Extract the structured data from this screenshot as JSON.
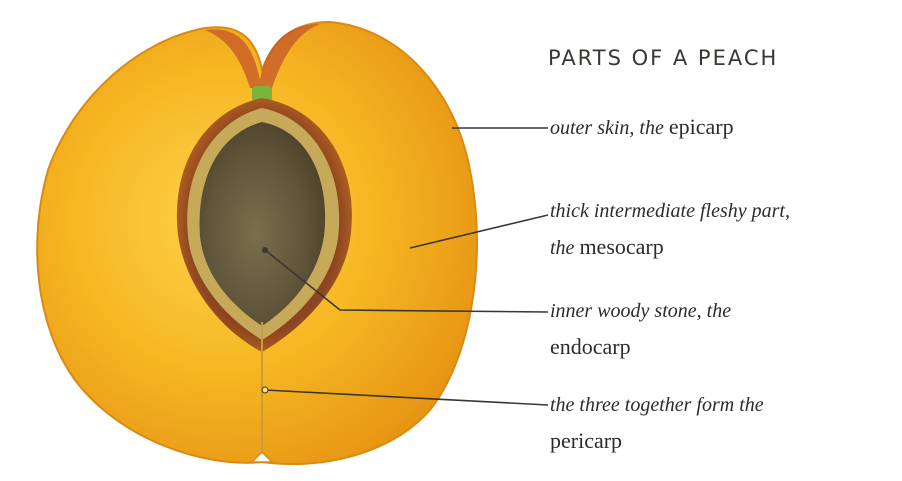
{
  "title": "PARTS OF A PEACH",
  "labels": {
    "epicarp": {
      "italic": "outer skin, the ",
      "roman": "epicarp"
    },
    "mesocarp": {
      "line1_italic": "thick intermediate fleshy part,",
      "line2_italic": "the ",
      "line2_roman": "mesocarp"
    },
    "endocarp": {
      "line1_italic": "inner woody stone, the",
      "line2_roman": "endocarp"
    },
    "pericarp": {
      "line1_italic": "the three together form the",
      "line2_roman": "pericarp"
    }
  },
  "colors": {
    "flesh": "#f5b21f",
    "flesh_light": "#f8c63a",
    "skin_edge": "#d98a12",
    "stem_red": "#c0502a",
    "stone_outer": "#7a4a22",
    "stone_inner": "#5c5236",
    "stone_rim": "#c4a85a",
    "leader_line": "#3a3633"
  }
}
